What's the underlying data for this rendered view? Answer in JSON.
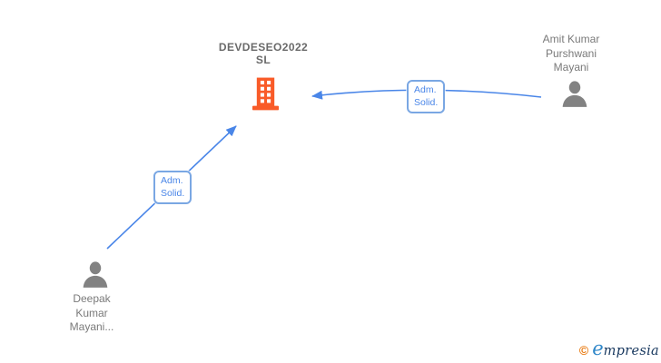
{
  "diagram": {
    "company": {
      "name": "DEVDESEO2022\nSL"
    },
    "persons": [
      {
        "name": "Amit Kumar\nPurshwani\nMayani"
      },
      {
        "name": "Deepak\nKumar\nMayani..."
      }
    ],
    "edges": [
      {
        "from": "Amit Kumar Purshwani Mayani",
        "to": "DEVDESEO2022 SL",
        "label": "Adm.\nSolid."
      },
      {
        "from": "Deepak Kumar Mayani...",
        "to": "DEVDESEO2022 SL",
        "label": "Adm.\nSolid."
      }
    ],
    "colors": {
      "arrow_blue": "#4a86e8",
      "label_border_blue": "#7aa7e3",
      "building_orange": "#f95b28",
      "person_gray": "#828282",
      "company_text_gray": "#6a6a6a",
      "person_text_gray": "#7a7a7a"
    }
  },
  "footer": {
    "copyright": "©",
    "brand_first": "e",
    "brand_rest": "mpresia",
    "brand_navy": "#17375e",
    "brand_blue": "#2e86c8",
    "brand_orange": "#e8790f"
  }
}
